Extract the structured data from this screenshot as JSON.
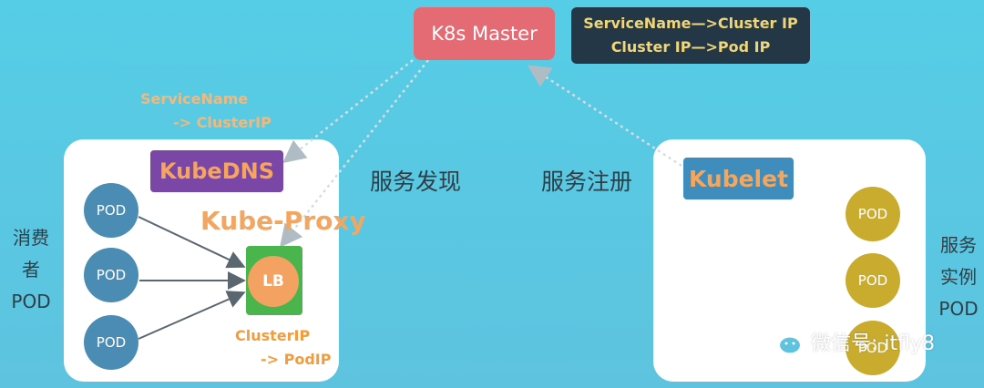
{
  "master": {
    "label": "K8s Master"
  },
  "mapping": {
    "line1": "ServiceName—>Cluster IP",
    "line2": "Cluster IP—>Pod IP"
  },
  "dns_mapping": {
    "line1": "ServiceName",
    "line2": "-> ClusterIP"
  },
  "consumer": {
    "kubedns_label": "KubeDNS",
    "kubeproxy_label": "Kube-Proxy",
    "lb_label": "LB",
    "clusterip_line1": "ClusterIP",
    "clusterip_line2": "-> PodIP",
    "pods": [
      "POD",
      "POD",
      "POD"
    ]
  },
  "labels": {
    "discovery": "服务发现",
    "registration": "服务注册",
    "consumer_side": [
      "消费",
      "者",
      "POD"
    ],
    "provider_side": [
      "服务",
      "实例",
      "POD"
    ]
  },
  "provider": {
    "kubelet_label": "Kubelet",
    "pods": [
      "POD",
      "POD",
      "POD"
    ]
  },
  "watermark": {
    "text": "微信号: itfly8"
  },
  "icons": {
    "watermark": "wechat-icon"
  },
  "colors": {
    "background": "#55cde6",
    "master": "#e46b74",
    "mapping_box": "#233746",
    "kubedns": "#7a47a6",
    "kubelet": "#3e8dbd",
    "lb": "#49b54c",
    "consumer_pod": "#4a8cb3",
    "provider_pod": "#c9ac2e"
  }
}
